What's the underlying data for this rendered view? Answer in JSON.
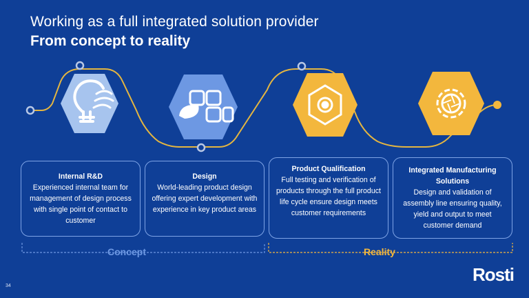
{
  "slide": {
    "title_line1": "Working as a full integrated solution provider",
    "title_line2": "From concept to reality",
    "page_number": "34",
    "logo_text": "Rosti"
  },
  "stages": [
    {
      "heading": "Internal R&D",
      "body": "Experienced internal team for management of design process with single point of contact to customer",
      "icon": "lightbulb-icon",
      "color": "#a7c4ee"
    },
    {
      "heading": "Design",
      "body": "World-leading product design offering expert development with experience in key product areas",
      "icon": "leaf-blocks-icon",
      "color": "#6d98e3"
    },
    {
      "heading": "Product Qualification",
      "body": "Full testing and verification of products through the full product life cycle ensure design meets customer requirements",
      "icon": "gear-icon",
      "color": "#f3b73d"
    },
    {
      "heading": "Integrated Manufacturing Solutions",
      "body": "Design and validation of assembly line ensuring quality, yield and output to meet customer demand",
      "icon": "gear-aperture-icon",
      "color": "#f3b73d"
    }
  ],
  "groups": {
    "concept": "Concept",
    "reality": "Reality"
  },
  "colors": {
    "background": "#0f3f97",
    "accent_blue": "#6d98e3",
    "accent_gold": "#f3b73d",
    "path_line": "#e5b640"
  }
}
